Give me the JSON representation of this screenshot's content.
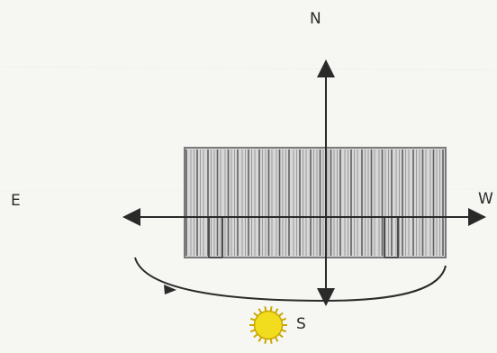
{
  "compass": {
    "north": "N",
    "south": "S",
    "east": "E",
    "west": "W"
  },
  "colors": {
    "background": "#f6f6f3",
    "ink": "#2a2a2a",
    "panel_fill": "#d8d8d8",
    "panel_line": "#6e6e6e",
    "sun_fill": "#f2dc1e",
    "sun_rays": "#c9a800"
  },
  "icons": {
    "sun": "sun-icon",
    "arrow": "arrowhead-icon"
  }
}
